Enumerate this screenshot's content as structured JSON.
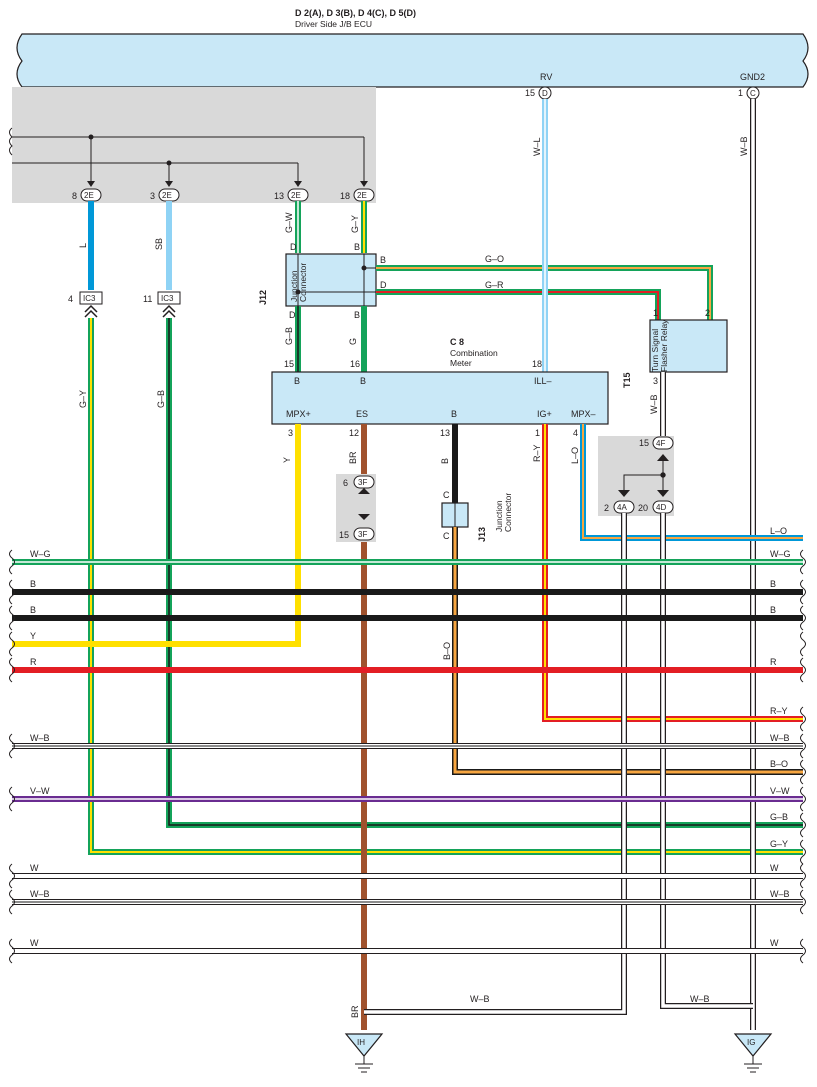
{
  "ecu": {
    "title": "D 2(A), D 3(B), D 4(C), D 5(D)",
    "subtitle": "Driver Side J/B ECU",
    "rv_label": "RV",
    "gnd2_label": "GND2",
    "rv_pin": "15",
    "rv_conn": "D",
    "gnd2_pin": "1",
    "gnd2_conn": "C"
  },
  "ecu_pins": [
    {
      "pin": "8",
      "conn": "2E",
      "wire": "L"
    },
    {
      "pin": "3",
      "conn": "2E",
      "wire": "SB"
    },
    {
      "pin": "13",
      "conn": "2E",
      "wire": "G–W"
    },
    {
      "pin": "18",
      "conn": "2E",
      "wire": "G–Y"
    }
  ],
  "ic3": [
    {
      "pin": "4",
      "conn": "IC3",
      "wire": "G–Y"
    },
    {
      "pin": "11",
      "conn": "IC3",
      "wire": "G–B"
    }
  ],
  "j12": {
    "code": "J12",
    "name1": "Junction",
    "name2": "Connector",
    "d_top": "D",
    "b_top": "B",
    "b_right": "B",
    "d_right": "D",
    "d_bottom": "D",
    "b_bottom": "B",
    "wire_go": "G–O",
    "wire_gr": "G–R",
    "wire_gb": "G–B",
    "wire_g": "G"
  },
  "c8": {
    "code": "C 8",
    "name1": "Combination",
    "name2": "Meter",
    "pin_15": "15",
    "pin_16": "16",
    "pin_18": "18",
    "top_b1": "B",
    "top_b2": "B",
    "top_ill": "ILL–",
    "mpx_plus": "MPX+",
    "es": "ES",
    "b": "B",
    "ig_plus": "IG+",
    "mpx_minus": "MPX–",
    "pin_3": "3",
    "pin_12": "12",
    "pin_13": "13",
    "pin_1": "1",
    "pin_4": "4",
    "wire_y": "Y",
    "wire_br": "BR",
    "wire_b": "B",
    "wire_ry": "R–Y",
    "wire_lo": "L–O"
  },
  "t15": {
    "code": "T15",
    "name1": "Turn Signal",
    "name2": "Flasher Relay",
    "pin_1": "1",
    "pin_2": "2",
    "pin_3": "3",
    "wire_wb": "W–B"
  },
  "j13": {
    "code": "J13",
    "name1": "Junction",
    "name2": "Connector",
    "c_top": "C",
    "c_bottom": "C",
    "wire_bo": "B–O"
  },
  "conn_3f": {
    "top_pin": "6",
    "bottom_pin": "15",
    "conn": "3F"
  },
  "conn_4": {
    "top_pin": "15",
    "top_conn": "4F",
    "left_pin": "2",
    "left_conn": "4A",
    "right_pin": "20",
    "right_conn": "4D"
  },
  "rv_wire": "W–L",
  "gnd2_wire": "W–B",
  "bus_wires": [
    {
      "left": "W–G",
      "right": "W–G",
      "color": "#14a35a",
      "stripe": "#ffffff"
    },
    {
      "left": "B",
      "right": "B",
      "color": "#1a1a1a",
      "stripe": ""
    },
    {
      "left": "B",
      "right": "B",
      "color": "#1a1a1a",
      "stripe": ""
    },
    {
      "left": "Y",
      "right": "",
      "color": "#ffe000",
      "stripe": ""
    },
    {
      "left": "R",
      "right": "R",
      "color": "#e31e24",
      "stripe": ""
    },
    {
      "left": "",
      "right": "R–Y",
      "color": "#e31e24",
      "stripe": "#ffe000"
    },
    {
      "left": "W–B",
      "right": "W–B",
      "color": "#ffffff",
      "stripe": "#1a1a1a"
    },
    {
      "left": "",
      "right": "B–O",
      "color": "#1a1a1a",
      "stripe": "#f7a641"
    },
    {
      "left": "V–W",
      "right": "V–W",
      "color": "#6a2c91",
      "stripe": "#ffffff"
    },
    {
      "left": "",
      "right": "G–B",
      "color": "#14a35a",
      "stripe": "#1a1a1a"
    },
    {
      "left": "",
      "right": "G–Y",
      "color": "#14a35a",
      "stripe": "#ffe000"
    },
    {
      "left": "W",
      "right": "W",
      "color": "#ffffff",
      "stripe": ""
    },
    {
      "left": "W–B",
      "right": "W–B",
      "color": "#ffffff",
      "stripe": "#1a1a1a"
    },
    {
      "left": "W",
      "right": "W",
      "color": "#ffffff",
      "stripe": ""
    }
  ],
  "lo_right": "L–O",
  "grounds": {
    "left": {
      "label": "IH",
      "wire": "BR",
      "join_wire": "W–B"
    },
    "right": {
      "label": "IG",
      "join_wire": "W–B"
    }
  },
  "colors": {
    "ecu_fill": "#c9e8f7",
    "gray_zone": "#d9d9d9",
    "blue_L": "#0098d8",
    "sky_SB": "#8fd3f5",
    "green": "#14a35a",
    "yellow": "#ffe000",
    "brown": "#a0522d",
    "black": "#1a1a1a",
    "red": "#e31e24",
    "orange": "#f7a641",
    "violet": "#6a2c91"
  }
}
